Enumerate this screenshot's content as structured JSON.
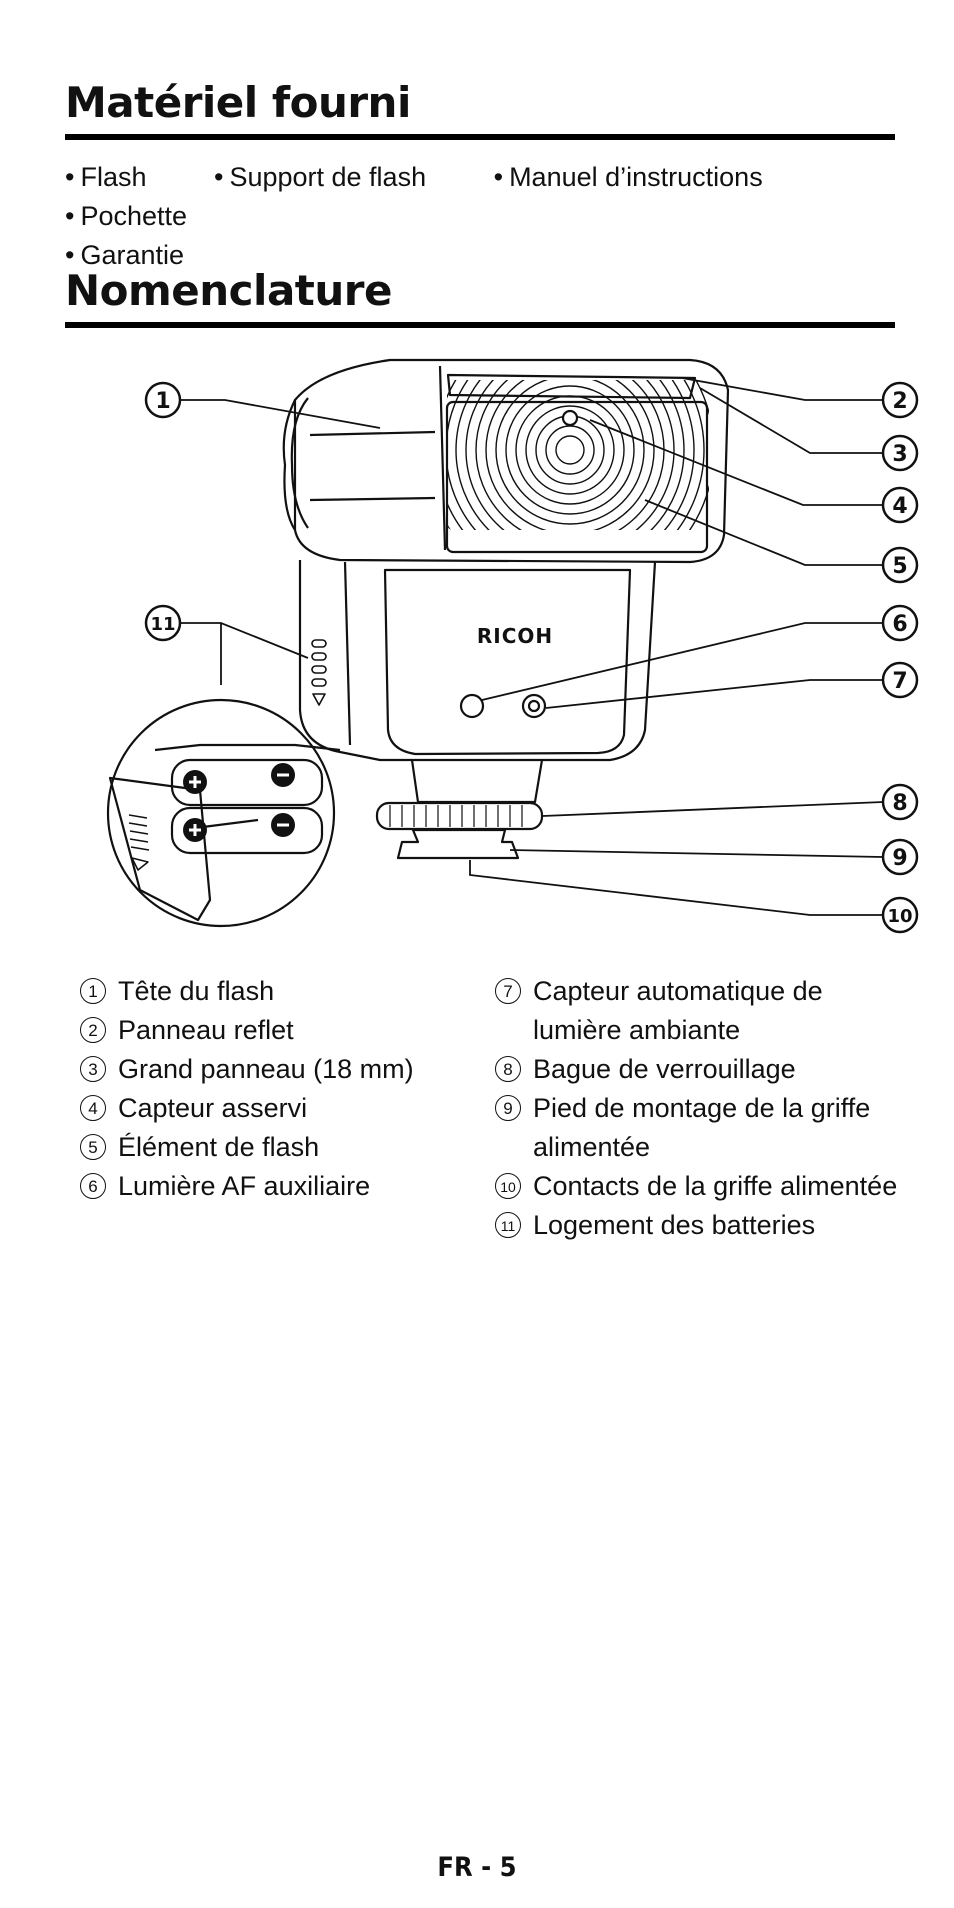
{
  "sections": {
    "supplied_title": "Matériel fourni",
    "nomenclature_title": "Nomenclature"
  },
  "supplied_items": [
    "Flash",
    "Support de flash",
    "Manuel d’instructions",
    "Pochette",
    "Garantie"
  ],
  "diagram": {
    "brand_label": "RICOH",
    "callouts": [
      "1",
      "2",
      "3",
      "4",
      "5",
      "6",
      "7",
      "8",
      "9",
      "10",
      "11"
    ]
  },
  "legend_left": [
    {
      "num": "1",
      "text": "Tête du flash"
    },
    {
      "num": "2",
      "text": "Panneau reflet"
    },
    {
      "num": "3",
      "text": "Grand panneau (18 mm)"
    },
    {
      "num": "4",
      "text": "Capteur asservi"
    },
    {
      "num": "5",
      "text": "Élément de flash"
    },
    {
      "num": "6",
      "text": "Lumière AF auxiliaire"
    }
  ],
  "legend_right": [
    {
      "num": "7",
      "text": "Capteur automatique de lumière ambiante"
    },
    {
      "num": "8",
      "text": "Bague de verrouillage"
    },
    {
      "num": "9",
      "text": "Pied de montage de la griffe alimentée"
    },
    {
      "num": "10",
      "text": "Contacts de la griffe alimentée"
    },
    {
      "num": "11",
      "text": "Logement des batteries"
    }
  ],
  "page_number": "FR - 5"
}
